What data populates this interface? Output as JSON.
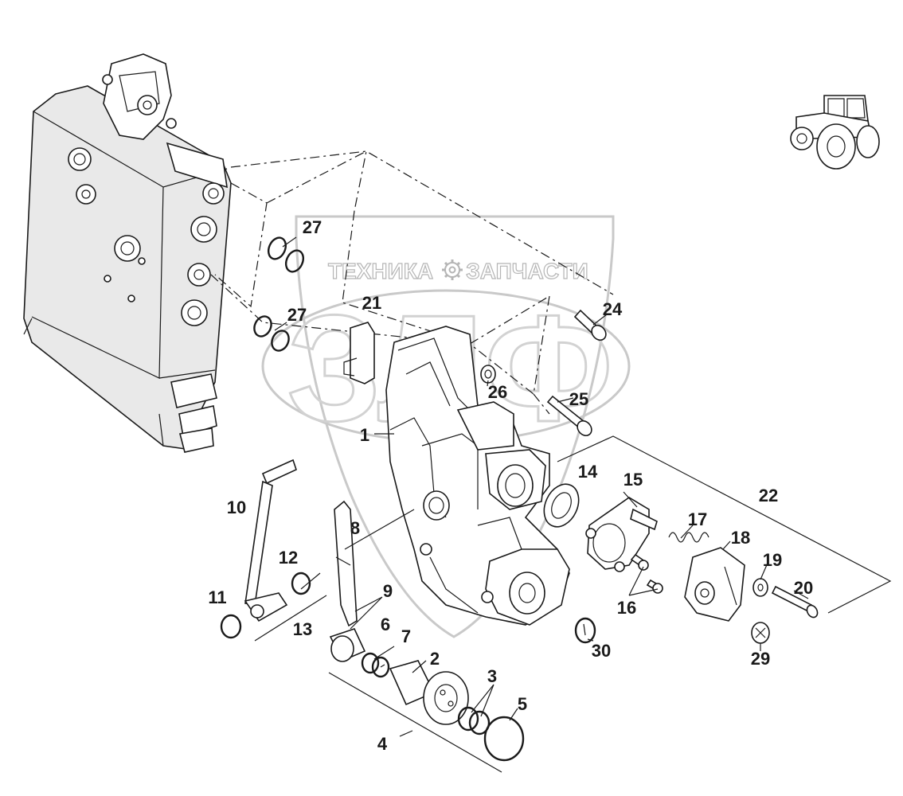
{
  "watermark": {
    "left_word": "ТЕХНИКА",
    "right_word": "ЗАПЧАСТИ",
    "monogram": "ЗЛФ"
  },
  "callouts": [
    {
      "id": "c1",
      "label": "1"
    },
    {
      "id": "c2",
      "label": "2"
    },
    {
      "id": "c3",
      "label": "3"
    },
    {
      "id": "c4",
      "label": "4"
    },
    {
      "id": "c5",
      "label": "5"
    },
    {
      "id": "c6",
      "label": "6"
    },
    {
      "id": "c7",
      "label": "7"
    },
    {
      "id": "c8",
      "label": "8"
    },
    {
      "id": "c9",
      "label": "9"
    },
    {
      "id": "c10",
      "label": "10"
    },
    {
      "id": "c11",
      "label": "11"
    },
    {
      "id": "c12",
      "label": "12"
    },
    {
      "id": "c13",
      "label": "13"
    },
    {
      "id": "c14",
      "label": "14"
    },
    {
      "id": "c15",
      "label": "15"
    },
    {
      "id": "c16",
      "label": "16"
    },
    {
      "id": "c17",
      "label": "17"
    },
    {
      "id": "c18",
      "label": "18"
    },
    {
      "id": "c19",
      "label": "19"
    },
    {
      "id": "c20",
      "label": "20"
    },
    {
      "id": "c21",
      "label": "21"
    },
    {
      "id": "c22",
      "label": "22"
    },
    {
      "id": "c24",
      "label": "24"
    },
    {
      "id": "c25",
      "label": "25"
    },
    {
      "id": "c26",
      "label": "26"
    },
    {
      "id": "c27a",
      "label": "27"
    },
    {
      "id": "c27b",
      "label": "27"
    },
    {
      "id": "c29",
      "label": "29"
    },
    {
      "id": "c30",
      "label": "30"
    }
  ],
  "icons": {
    "tractor": "tractor-icon",
    "gear": "gear-icon"
  }
}
